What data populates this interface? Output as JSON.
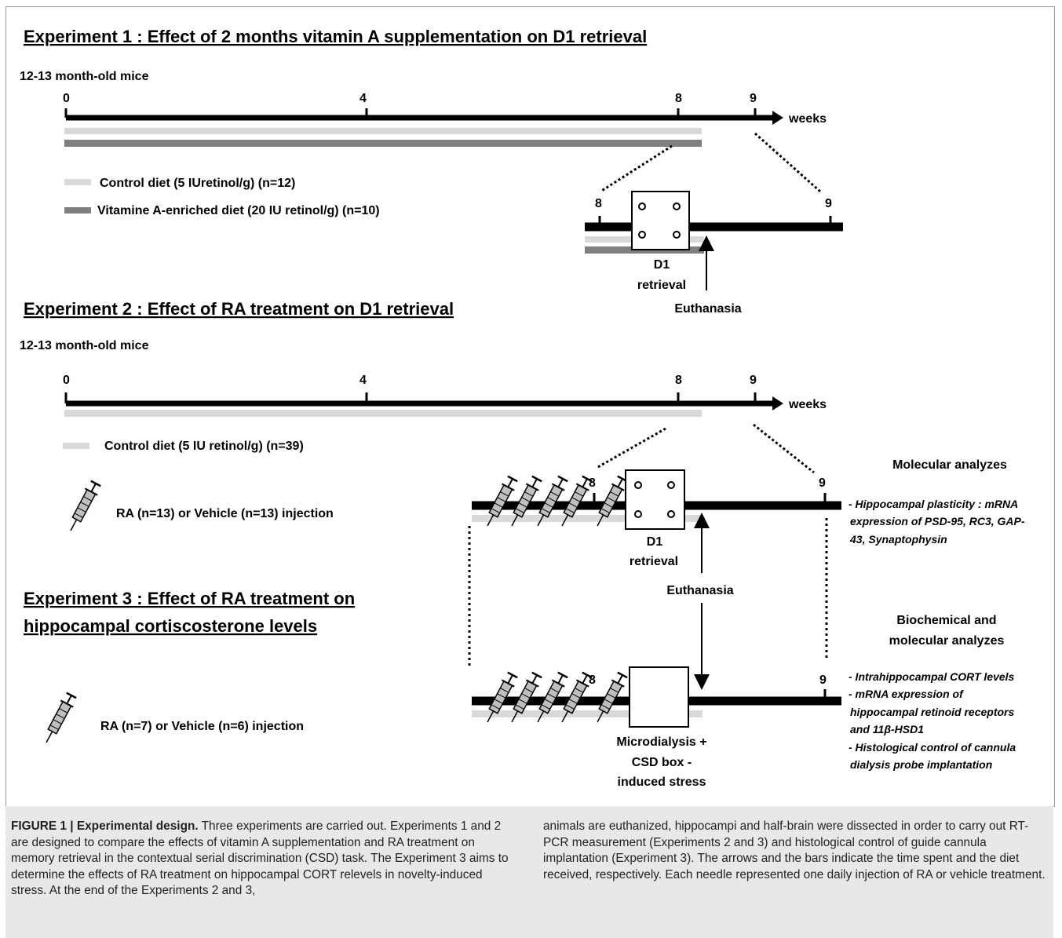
{
  "exp1": {
    "title": "Experiment 1 : Effect of 2 months vitamin A supplementation on D1 retrieval",
    "subjects": "12-13 month-old mice",
    "ticks": [
      "0",
      "4",
      "8",
      "9"
    ],
    "axis_unit": "weeks",
    "legend_control": "Control diet (5 IUretinol/g) (n=12)",
    "legend_vitA": "Vitamine A-enriched diet (20  IU retinol/g) (n=10)",
    "zoom_ticks": [
      "8",
      "9"
    ],
    "box_label_1": "D1",
    "box_label_2": "retrieval",
    "arrow_label": "Euthanasia"
  },
  "exp2": {
    "title": "Experiment 2 : Effect of RA treatment on D1 retrieval",
    "subjects": "12-13 month-old mice",
    "ticks": [
      "0",
      "4",
      "8",
      "9"
    ],
    "axis_unit": "weeks",
    "legend_control": "Control diet (5 IU retinol/g) (n=39)",
    "injection": "RA (n=13) or Vehicle (n=13) injection",
    "zoom_ticks": [
      "8",
      "9"
    ],
    "box_label_1": "D1",
    "box_label_2": "retrieval",
    "arrow_label": "Euthanasia",
    "analyses_title": "Molecular analyzes",
    "analyses_lines": [
      "- Hippocampal plasticity   : mRNA",
      "expression of PSD-95, RC3, GAP-",
      "43, Synaptophysin"
    ]
  },
  "exp3": {
    "title_line1": "Experiment 3 : Effect of RA treatment on",
    "title_line2": "hippocampal cortiscosterone levels",
    "injection": "RA (n=7) or Vehicle (n=6) injection",
    "zoom_ticks": [
      "8",
      "9"
    ],
    "box_label_1": "Microdialysis +",
    "box_label_2": "CSD box -",
    "box_label_3": "induced stress",
    "analyses_title_1": "Biochemical and",
    "analyses_title_2": "molecular analyzes",
    "analyses_lines": [
      "- Intrahippocampal CORT levels",
      "- mRNA expression of",
      "hippocampal retinoid receptors",
      "and 11β-HSD1",
      "- Histological control of cannula",
      "dialysis probe implantation"
    ]
  },
  "caption": {
    "label": "FIGURE 1 | Experimental design.",
    "col1": " Three experiments are carried out. Experiments 1 and 2 are designed to compare the effects of vitamin A supplementation and RA treatment on memory retrieval in the contextual serial discrimination (CSD) task. The Experiment 3 aims to determine the effects of RA treatment on hippocampal CORT relevels in novelty-induced stress. At the end of the Experiments 2 and 3,",
    "col2": "animals are euthanized, hippocampi and half-brain were dissected in order to carry out RT-PCR measurement (Experiments 2 and 3) and histological control of guide cannula implantation (Experiment 3). The arrows and the bars indicate the time spent and the diet received, respectively. Each needle represented one daily injection of RA or vehicle treatment."
  },
  "colors": {
    "control_diet": "#d9d9d9",
    "vitA_diet": "#7f7f7f",
    "timeline": "#000000",
    "caption_bg": "#e8e8e8"
  },
  "icons": [
    "syringe-icon",
    "arrow-head-icon",
    "dots-box-icon"
  ]
}
